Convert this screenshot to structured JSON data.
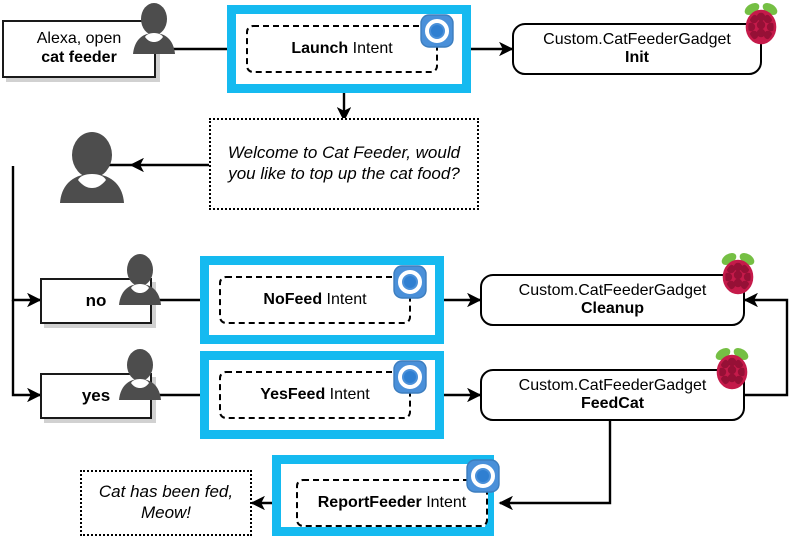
{
  "diagram": {
    "title": "Alexa Cat Feeder skill interaction flow",
    "colors": {
      "highlight": "#15baf0",
      "alexa_blue": "#4a90d9",
      "raspberry_red": "#c51a4a",
      "raspberry_green": "#75bf44",
      "person_gray": "#4d4d4d",
      "line": "#000000"
    },
    "nodes": {
      "utterance_launch": {
        "line1": "Alexa, open",
        "line2": "cat feeder"
      },
      "intent_launch": {
        "bold": "Launch",
        "rest": " Intent",
        "icon": "alexa-icon"
      },
      "gadget_init": {
        "line1": "Custom.CatFeederGadget",
        "line2": "Init",
        "icon": "raspberry-pi-icon"
      },
      "speech_welcome": {
        "text": "Welcome to Cat Feeder, would you like to top up the cat food?"
      },
      "utterance_no": {
        "text": "no"
      },
      "intent_nofeed": {
        "bold": "NoFeed",
        "rest": " Intent",
        "icon": "alexa-icon"
      },
      "gadget_cleanup": {
        "line1": "Custom.CatFeederGadget",
        "line2": "Cleanup",
        "icon": "raspberry-pi-icon"
      },
      "utterance_yes": {
        "text": "yes"
      },
      "intent_yesfeed": {
        "bold": "YesFeed",
        "rest": " Intent",
        "icon": "alexa-icon"
      },
      "gadget_feedcat": {
        "line1": "Custom.CatFeederGadget",
        "line2": "FeedCat",
        "icon": "raspberry-pi-icon"
      },
      "intent_reportfeeder": {
        "bold": "ReportFeeder",
        "rest": " Intent",
        "icon": "alexa-icon"
      },
      "speech_fed": {
        "text": "Cat has been fed, Meow!"
      }
    }
  }
}
